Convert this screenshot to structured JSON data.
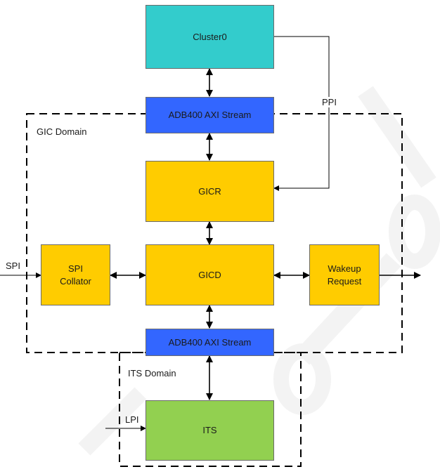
{
  "colors": {
    "cluster": "#33CCCC",
    "adb": "#3366FF",
    "gic": "#FFCC00",
    "its": "#92D050",
    "line": "#000000",
    "watermark": "#F2F2F2"
  },
  "blocks": {
    "cluster0": "Cluster0",
    "adb_top": "ADB400 AXI Stream",
    "gicr": "GICR",
    "gicd": "GICD",
    "spi_collator": "SPI\nCollator",
    "wakeup_request": "Wakeup\nRequest",
    "adb_bottom": "ADB400 AXI Stream",
    "its": "ITS"
  },
  "domains": {
    "gic": "GIC Domain",
    "its": "ITS Domain"
  },
  "signals": {
    "ppi": "PPI",
    "spi": "SPI",
    "lpi": "LPI"
  }
}
